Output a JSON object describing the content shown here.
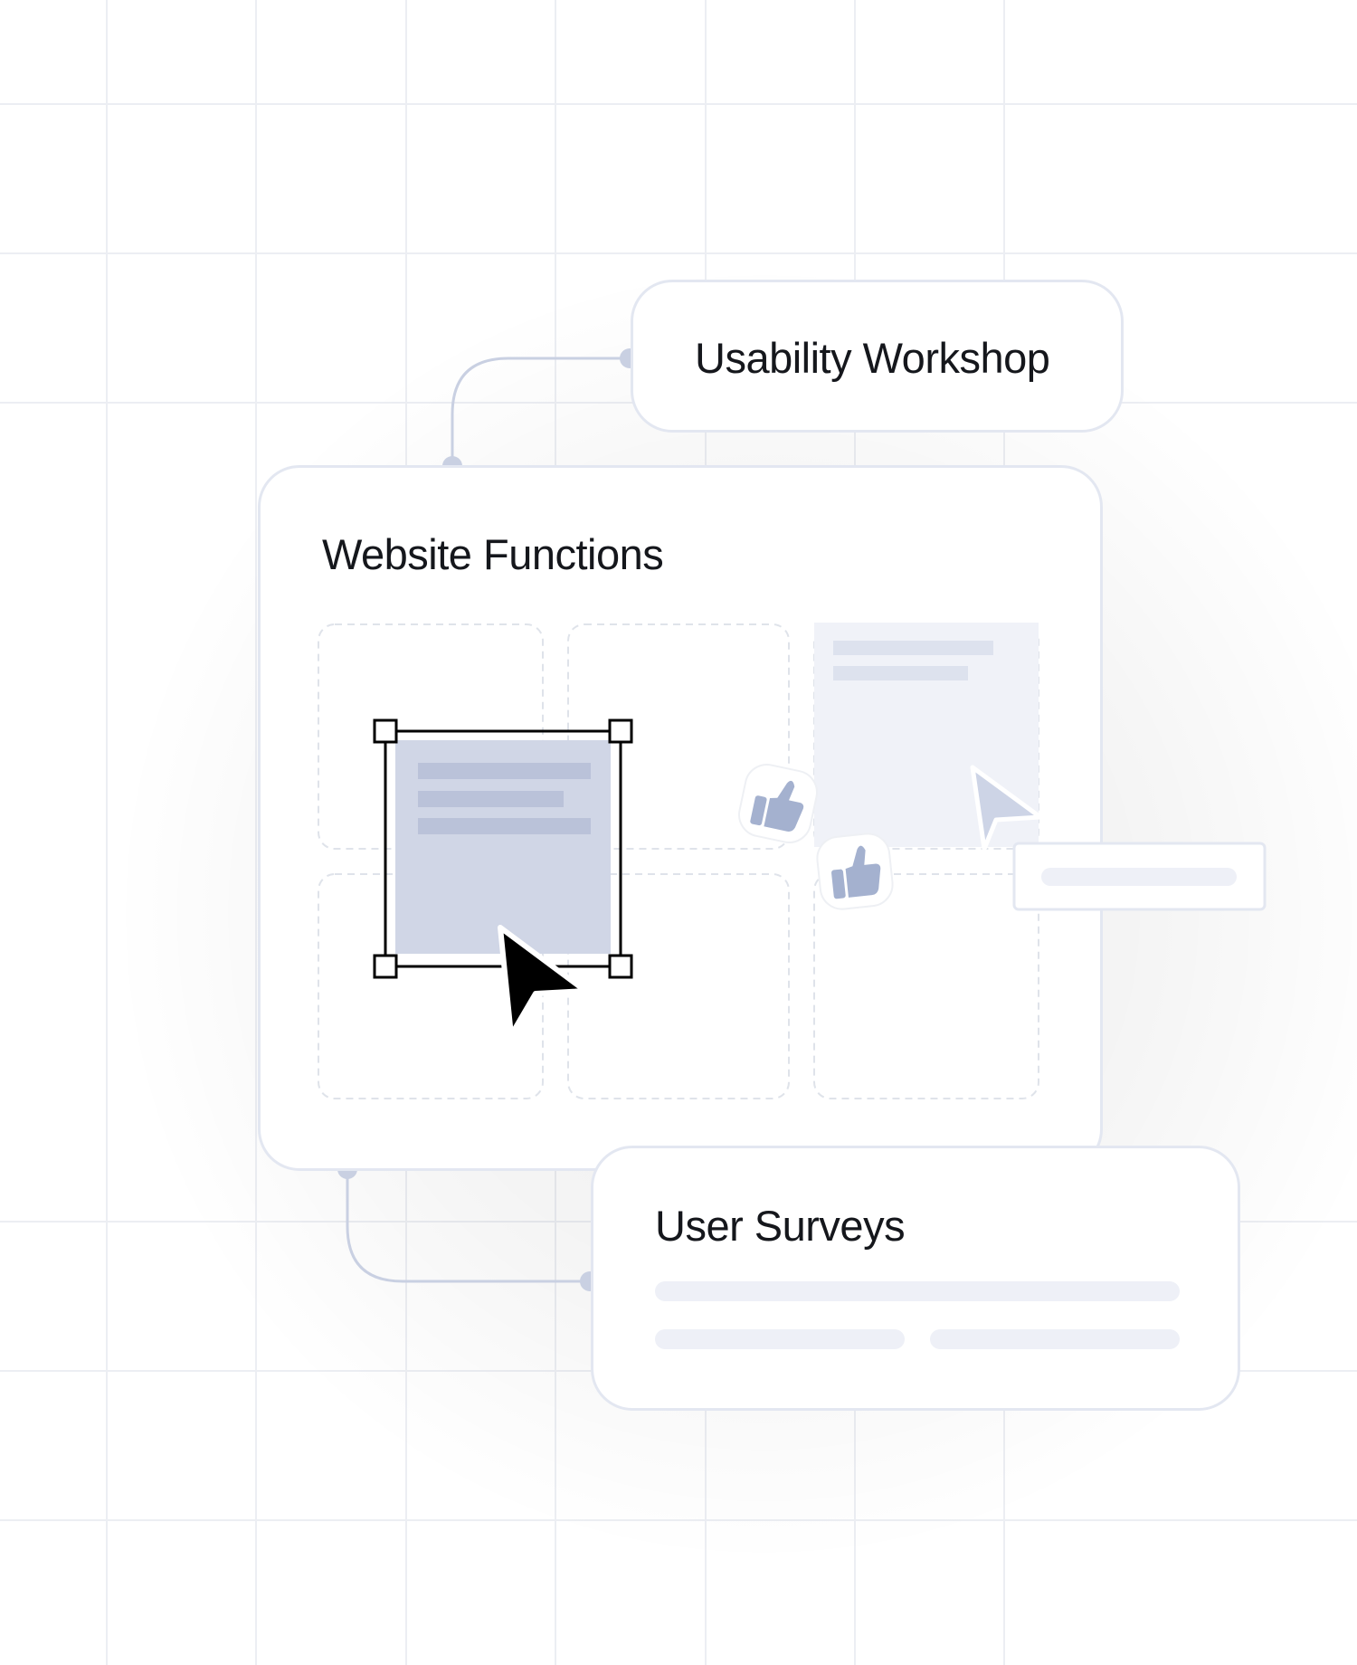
{
  "nodes": {
    "usability_workshop": {
      "title": "Usability Workshop"
    },
    "website_functions": {
      "title": "Website Functions"
    },
    "user_surveys": {
      "title": "User Surveys"
    }
  },
  "colors": {
    "grid_line": "#eceef3",
    "card_border": "#e3e7f1",
    "connector": "#c9d0e2",
    "selected_block": "#d0d6e6",
    "placeholder_bar": "#eef0f7",
    "thumb_icon": "#a4b1cf",
    "cursor_black": "#000000",
    "cursor_light": "#cdd4e6",
    "ghost_tile": "#f0f2f8"
  },
  "icons": [
    "thumbs-up-icon",
    "mouse-cursor-icon",
    "resize-handle-icon"
  ]
}
